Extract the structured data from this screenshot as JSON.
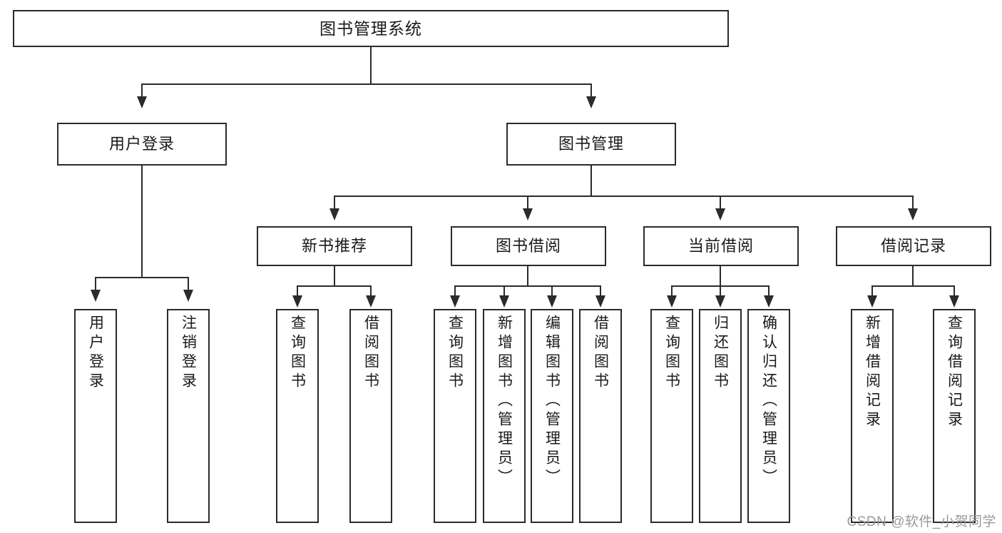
{
  "diagram": {
    "title": "图书管理系统",
    "root": {
      "label": "图书管理系统"
    },
    "level2": [
      {
        "label": "用户登录"
      },
      {
        "label": "图书管理"
      }
    ],
    "level3": [
      {
        "label": "新书推荐"
      },
      {
        "label": "图书借阅"
      },
      {
        "label": "当前借阅"
      },
      {
        "label": "借阅记录"
      }
    ],
    "leaves": [
      {
        "label": "用户登录"
      },
      {
        "label": "注销登录"
      },
      {
        "label": "查询图书"
      },
      {
        "label": "借阅图书"
      },
      {
        "label": "查询图书"
      },
      {
        "label": "新增图书（管理员）"
      },
      {
        "label": "编辑图书（管理员）"
      },
      {
        "label": "借阅图书"
      },
      {
        "label": "查询图书"
      },
      {
        "label": "归还图书"
      },
      {
        "label": "确认归还（管理员）"
      },
      {
        "label": "新增借阅记录"
      },
      {
        "label": "查询借阅记录"
      }
    ]
  },
  "watermark": {
    "text": "CSDN @软件_小贺同学"
  },
  "colors": {
    "stroke": "#2b2b2b",
    "background": "#ffffff",
    "text": "#1a1a1a",
    "watermark": "#9a9a9a"
  }
}
